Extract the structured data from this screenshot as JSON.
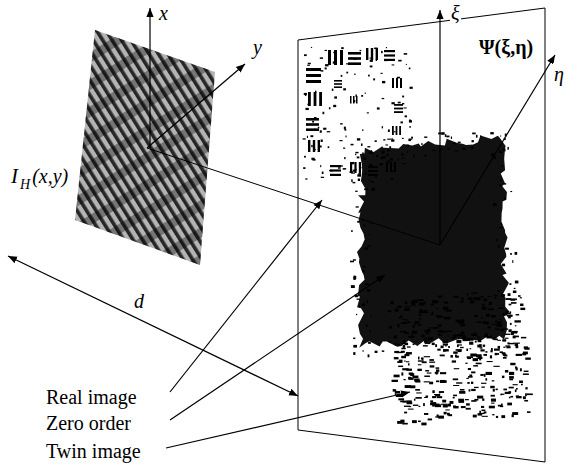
{
  "diagram": {
    "labels": [
      "x",
      "y",
      "I",
      "H",
      "(x,y)",
      "d",
      "ξ",
      "η",
      "Ψ(ξ,η)",
      "Real image",
      "Zero order",
      "Twin image"
    ]
  }
}
